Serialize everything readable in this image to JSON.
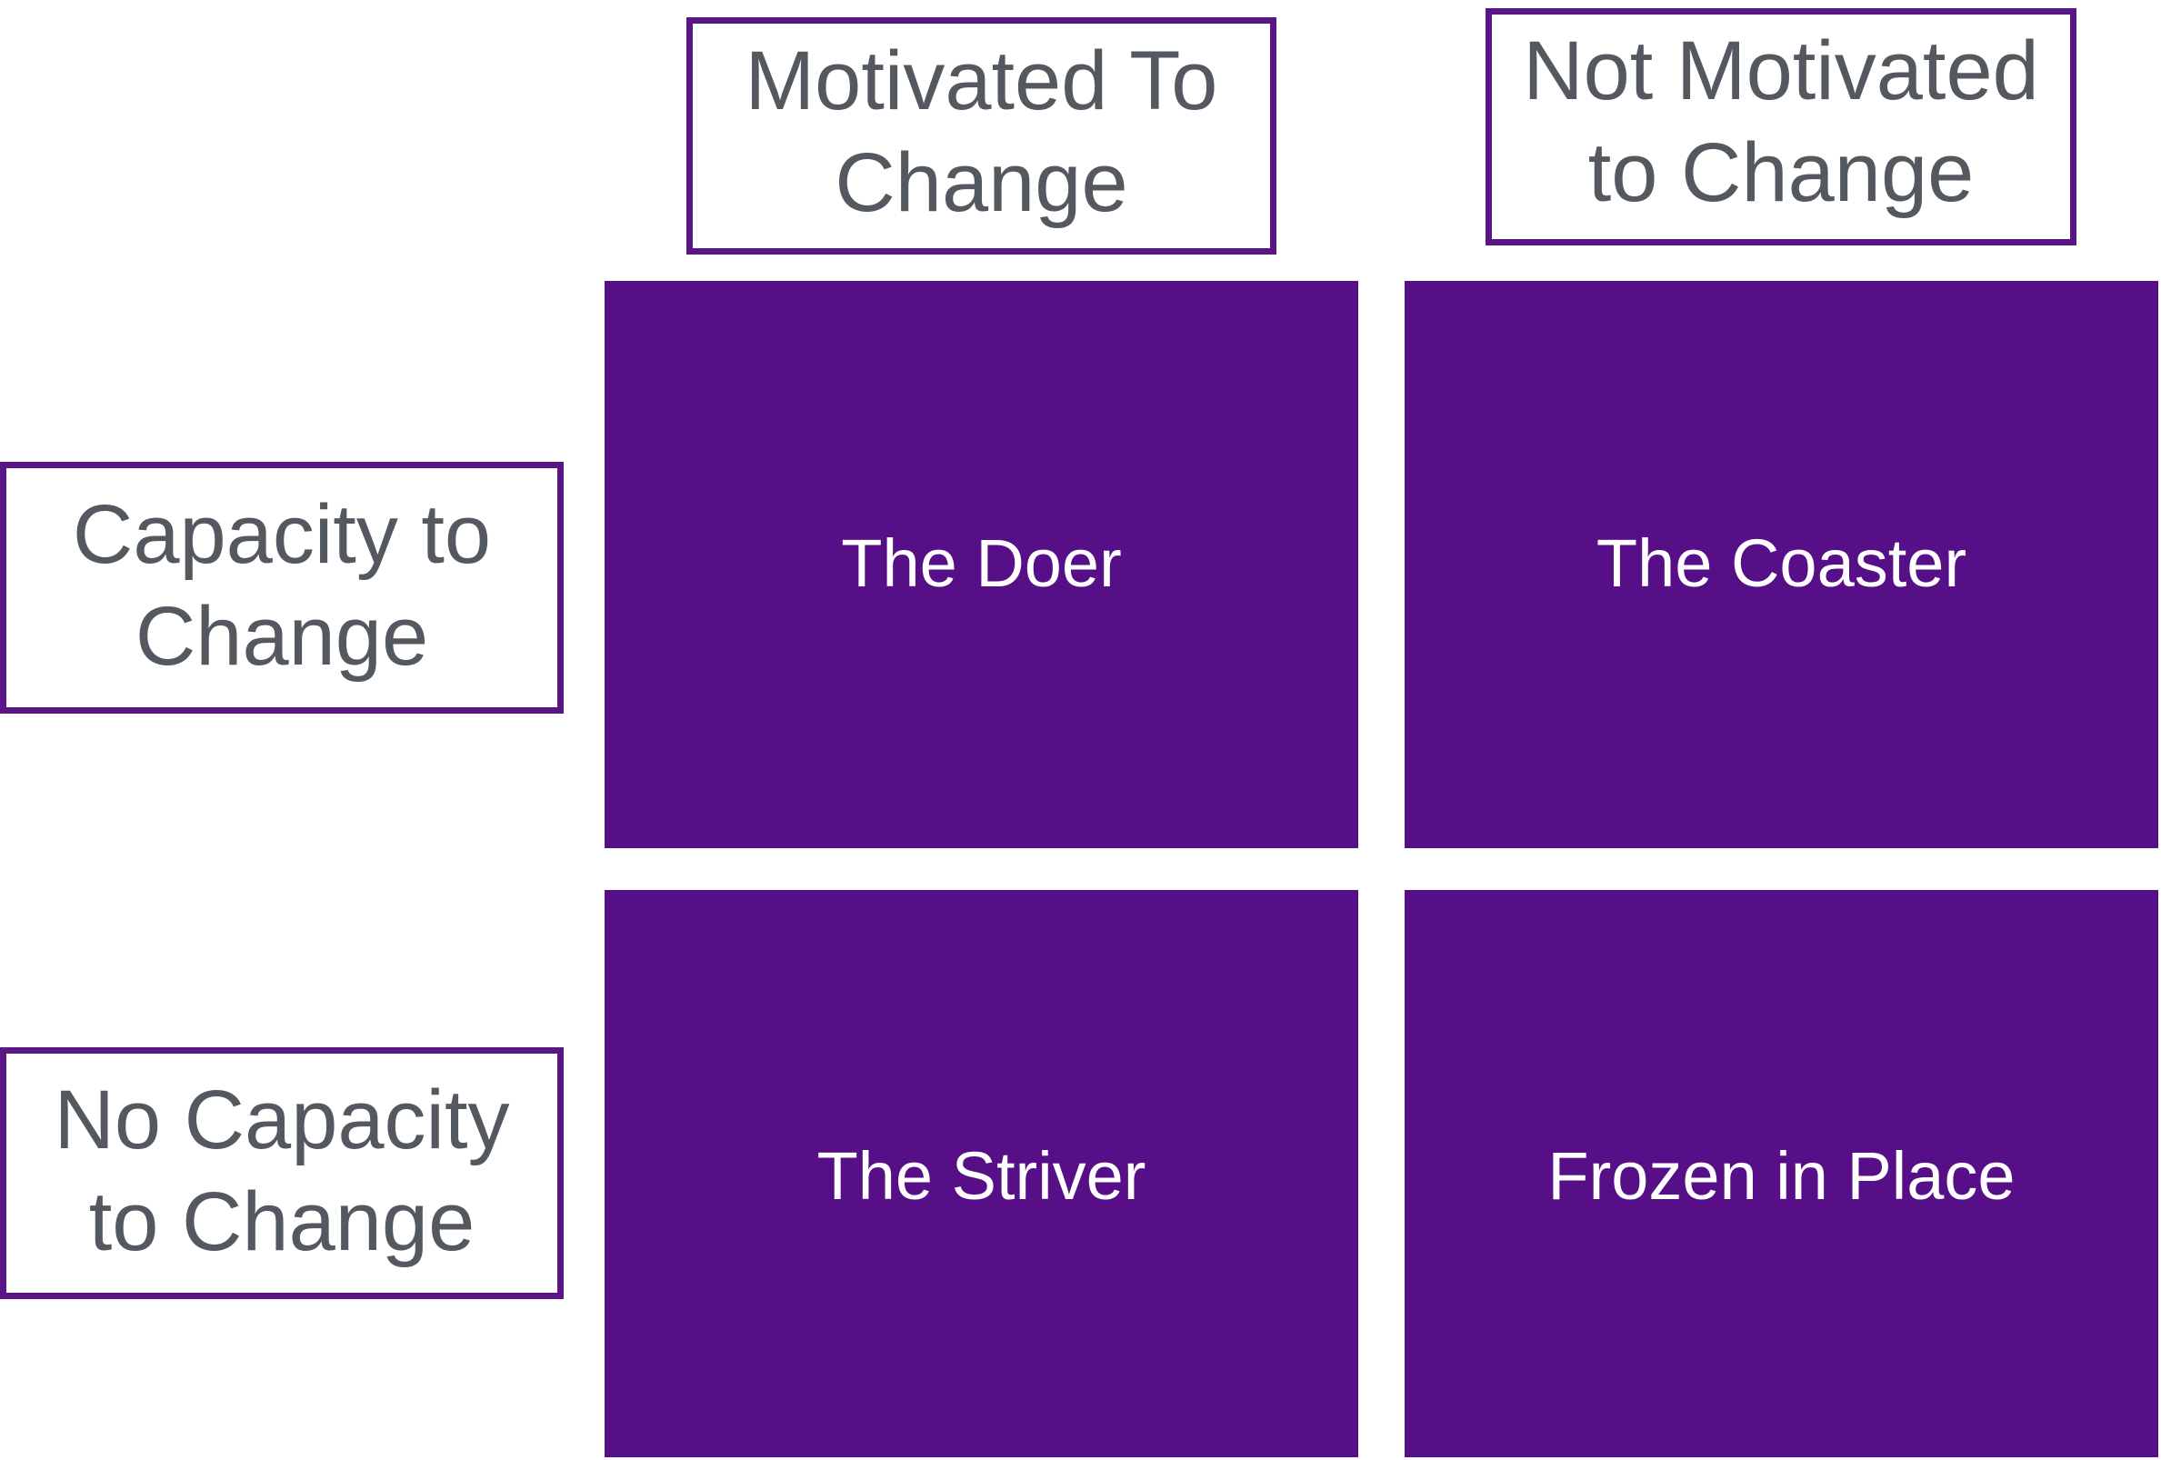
{
  "columns": [
    {
      "label": "Motivated To\nChange"
    },
    {
      "label": "Not Motivated\nto Change"
    }
  ],
  "rows": [
    {
      "label": "Capacity to\nChange"
    },
    {
      "label": "No Capacity\nto Change"
    }
  ],
  "quadrants": {
    "top_left": "The Doer",
    "top_right": "The Coaster",
    "bottom_left": "The Striver",
    "bottom_right": "Frozen in Place"
  },
  "colors": {
    "quadrant_fill": "#560f87",
    "header_border": "#5a1587",
    "header_text": "#54595f",
    "quadrant_text": "#ffffff"
  }
}
